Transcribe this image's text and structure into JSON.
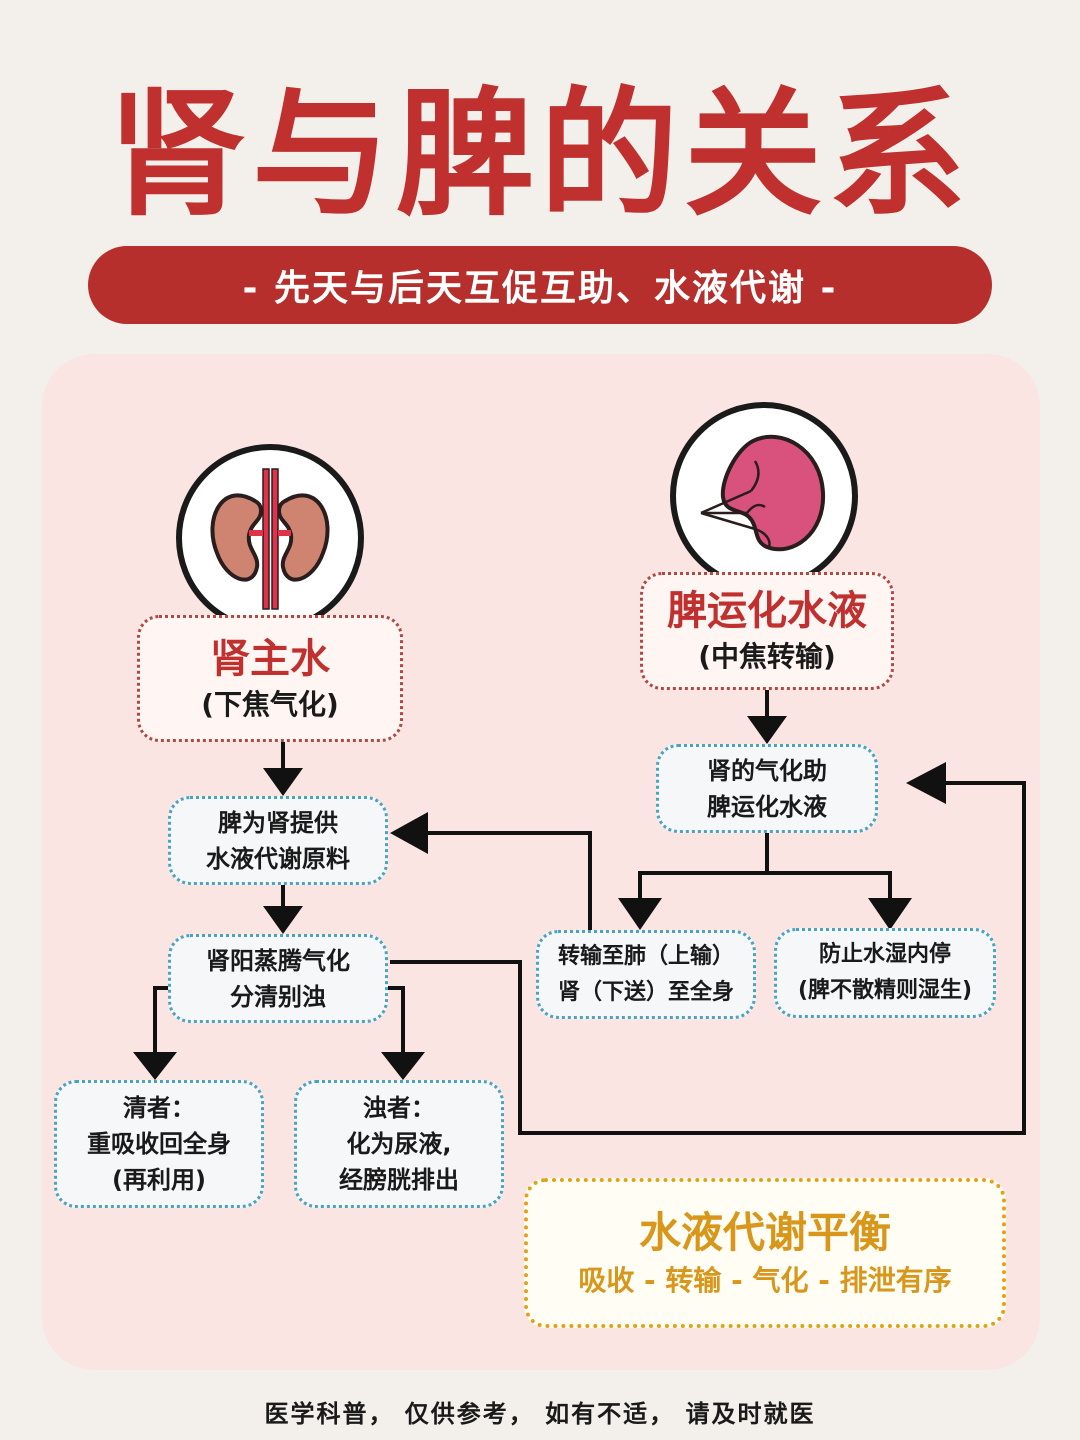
{
  "title": "肾与脾的关系",
  "subtitle": "- 先天与后天互促互助、水液代谢 -",
  "left": {
    "title": "肾主水",
    "subtitle": "(下焦气化)",
    "icon": "kidney-icon",
    "step1": [
      "脾为肾提供",
      "水液代谢原料"
    ],
    "step2": [
      "肾阳蒸腾气化",
      "分清别浊"
    ],
    "clear": [
      "清者：",
      "重吸收回全身",
      "(再利用)"
    ],
    "turbid": [
      "浊者：",
      "化为尿液,",
      "经膀胱排出"
    ]
  },
  "right": {
    "title": "脾运化水液",
    "subtitle": "(中焦转输)",
    "icon": "spleen-icon",
    "step1": [
      "肾的气化助",
      "脾运化水液"
    ],
    "transport": [
      "转输至肺（上输）",
      "肾（下送）至全身"
    ],
    "prevent": [
      "防止水湿内停",
      "(脾不散精则湿生)"
    ]
  },
  "balance": {
    "title": "水液代谢平衡",
    "subtitle": "吸收 - 转输 - 气化 - 排泄有序"
  },
  "footer": "医学科普， 仅供参考， 如有不适， 请及时就医",
  "colors": {
    "accent_red": "#c0302f",
    "bar_red": "#b72f2c",
    "panel_pink": "#fbe5e3",
    "node_border_blue": "#4aa3c2",
    "gold": "#d8961a"
  }
}
